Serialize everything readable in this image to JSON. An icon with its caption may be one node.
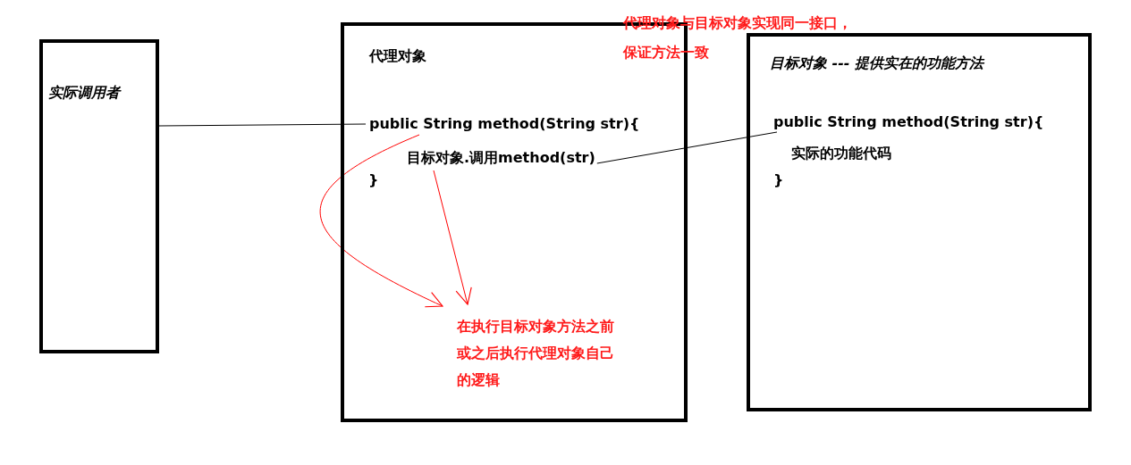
{
  "diagram": {
    "nodes": [
      {
        "text": [
          "实际调用者"
        ]
      },
      {
        "text": [
          "代理对象"
        ]
      },
      {
        "text": [
          "public String method(String  str){"
        ],
        "in": 1
      },
      {
        "text": [
          "目标对象.调用method(str)"
        ],
        "in": 1
      },
      {
        "text": [
          "在执行目标对象方法之前或之后执行代理对象自己的逻辑"
        ],
        "in": 1
      },
      {
        "text": [
          "目标对象 --- 提供实在的功能方法"
        ]
      },
      {
        "text": [
          "public String method(String  str){"
        ],
        "in": 5
      }
    ],
    "edges": [
      {
        "from": 0,
        "to": 2,
        "arrow": "none",
        "color": "#000000"
      },
      {
        "from": 3,
        "to": 6,
        "arrow": "none",
        "color": "#000000"
      },
      {
        "from": 2,
        "to": 4,
        "arrow": "to",
        "color": "#ff0000"
      },
      {
        "from": 3,
        "to": 4,
        "arrow": "to",
        "color": "#ff0000"
      }
    ],
    "labels": [
      "代理对象与目标对象实现同一接口，保证方法一致",
      "}",
      "实际的功能代码",
      "}"
    ]
  }
}
